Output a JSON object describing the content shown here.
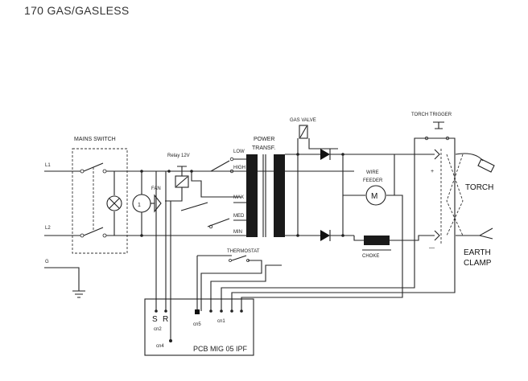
{
  "title": "170 GAS/GASLESS",
  "labels": {
    "mains_switch": "MAINS SWITCH",
    "l1": "L1",
    "l2": "L2",
    "g": "G",
    "fan": "FAN",
    "relay": "Relay 12V",
    "low": "LOW",
    "high": "HIGH",
    "max": "MAX",
    "med": "MED",
    "min": "MIN",
    "power_transf_1": "POWER",
    "power_transf_2": "TRANSF.",
    "gas_valve": "GAS VALVE",
    "torch_trigger": "TORCH TRIGGER",
    "wire_feeder_1": "WIRE",
    "wire_feeder_2": "FEEDER",
    "motor": "M",
    "choke": "CHOKE",
    "thermostat": "THERMOSTAT",
    "torch": "TORCH",
    "earth_1": "EARTH",
    "earth_2": "CLAMP",
    "plus": "+",
    "minus": "—",
    "s": "S",
    "r": "R",
    "cn2": "cn2",
    "cn4": "cn4",
    "cn5": "cn5",
    "cn1": "cn1",
    "pcb": "PCB MIG 05 IPF",
    "fan_motor": "1"
  }
}
